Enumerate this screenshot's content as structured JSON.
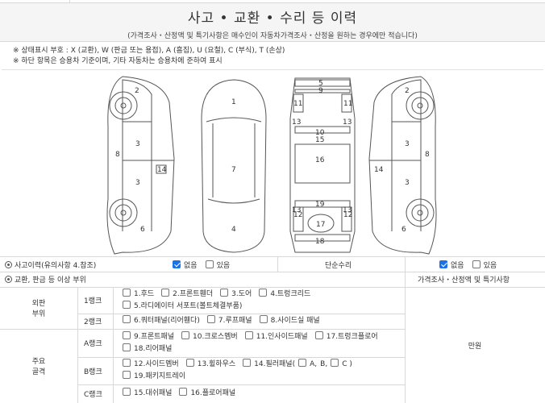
{
  "header": {
    "title": "사고 • 교환 • 수리 등 이력",
    "subtitle": "(가격조사・산정액 및 특기사항은 매수인이 자동차가격조사・산정을 원하는 경우에만 적습니다)"
  },
  "legend": {
    "line1": "※ 상태표시 부호 : X (교환), W (판금 또는 용접), A (흠집), U (요철), C (부식), T (손상)",
    "line2": "※ 하단 항목은 승용차 기준이며, 기타 자동차는 승용차에 준하여 표시"
  },
  "diagram": {
    "left_side": [
      "2",
      "8",
      "3",
      "3",
      "14",
      "6"
    ],
    "hood": "1",
    "roof": "7",
    "rear": "4",
    "frame": [
      "5",
      "9",
      "11",
      "11",
      "13",
      "13",
      "10",
      "15",
      "16",
      "19",
      "12",
      "12",
      "13",
      "13",
      "17",
      "18"
    ],
    "right_side": [
      "2",
      "3",
      "8",
      "14",
      "3",
      "6"
    ]
  },
  "accident": {
    "label": "사고이력(유의사항 4.참조)",
    "none": "없음",
    "exists": "있음",
    "repair_label": "단순수리",
    "repair_none": "없음",
    "repair_exists": "있음",
    "accident_none_checked": true,
    "repair_none_checked": true
  },
  "exchange": {
    "label": "교환, 판금 등 이상 부위",
    "price_label": "가격조사・산정액 및 특기사항",
    "outer_label_1": "외판",
    "outer_label_2": "부위",
    "main_label_1": "주요",
    "main_label_2": "골격",
    "unit": "만원",
    "rank1": "1랭크",
    "rank1_items": [
      "1.후드",
      "2.프론트휀더",
      "3.도어",
      "4.트렁크리드",
      "5.라디에이터 서포트(볼트체결부품)"
    ],
    "rank2": "2랭크",
    "rank2_items": [
      "6.쿼터패널(리어휀다)",
      "7.루프패널",
      "8.사이드실 패널"
    ],
    "rankA": "A랭크",
    "rankA_items": [
      "9.프론트패널",
      "10.크로스멤버",
      "11.인사이드패널",
      "17.트렁크플로어",
      "18.리어패널"
    ],
    "rankB": "B랭크",
    "rankB_items": [
      "12.사이드멤버",
      "13.휠하우스",
      "14.필러패널(",
      "A,",
      "B,",
      "C )",
      "19.패키지트레이"
    ],
    "rankC": "C랭크",
    "rankC_items": [
      "15.대쉬패널",
      "16.플로어패널"
    ]
  }
}
